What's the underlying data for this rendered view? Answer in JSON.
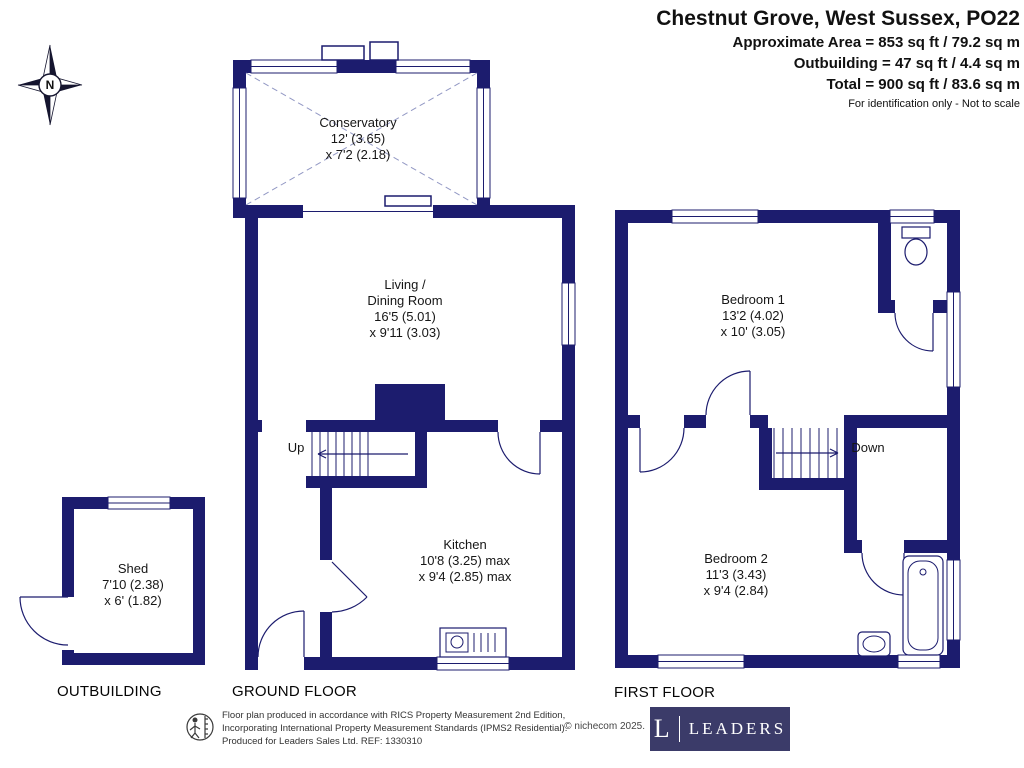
{
  "header": {
    "title": "Chestnut Grove, West Sussex, PO22",
    "area_lines": [
      "Approximate Area = 853 sq ft / 79.2 sq m",
      "Outbuilding = 47 sq ft / 4.4 sq m",
      "Total = 900 sq ft / 83.6 sq m"
    ],
    "disclaimer": "For identification only - Not to scale"
  },
  "compass": {
    "north_label": "N"
  },
  "ground_floor": {
    "section_label": "GROUND FLOOR",
    "stairs_label": "Up",
    "conservatory": {
      "lines": [
        "Conservatory",
        "12' (3.65)",
        "x 7'2 (2.18)"
      ]
    },
    "living_dining": {
      "lines": [
        "Living /",
        "Dining Room",
        "16'5 (5.01)",
        "x 9'11 (3.03)"
      ]
    },
    "kitchen": {
      "lines": [
        "Kitchen",
        "10'8 (3.25) max",
        "x 9'4 (2.85) max"
      ]
    }
  },
  "outbuilding": {
    "section_label": "OUTBUILDING",
    "shed": {
      "lines": [
        "Shed",
        "7'10 (2.38)",
        "x 6' (1.82)"
      ]
    }
  },
  "first_floor": {
    "section_label": "FIRST FLOOR",
    "stairs_label": "Down",
    "bedroom1": {
      "lines": [
        "Bedroom 1",
        "13'2 (4.02)",
        "x 10' (3.05)"
      ]
    },
    "bedroom2": {
      "lines": [
        "Bedroom 2",
        "11'3 (3.43)",
        "x 9'4 (2.84)"
      ]
    }
  },
  "footer": {
    "disclaimer_lines": [
      "Floor plan produced in accordance with RICS Property Measurement 2nd Edition,",
      "Incorporating International Property Measurement Standards (IPMS2 Residential).",
      "Produced for Leaders Sales Ltd.  REF: 1330310"
    ],
    "copyright": "© nichecom 2025.",
    "logo": {
      "letter": "L",
      "name": "LEADERS"
    }
  },
  "colors": {
    "wall": "#1c1c6e",
    "logo_bg": "#3b3b69"
  }
}
